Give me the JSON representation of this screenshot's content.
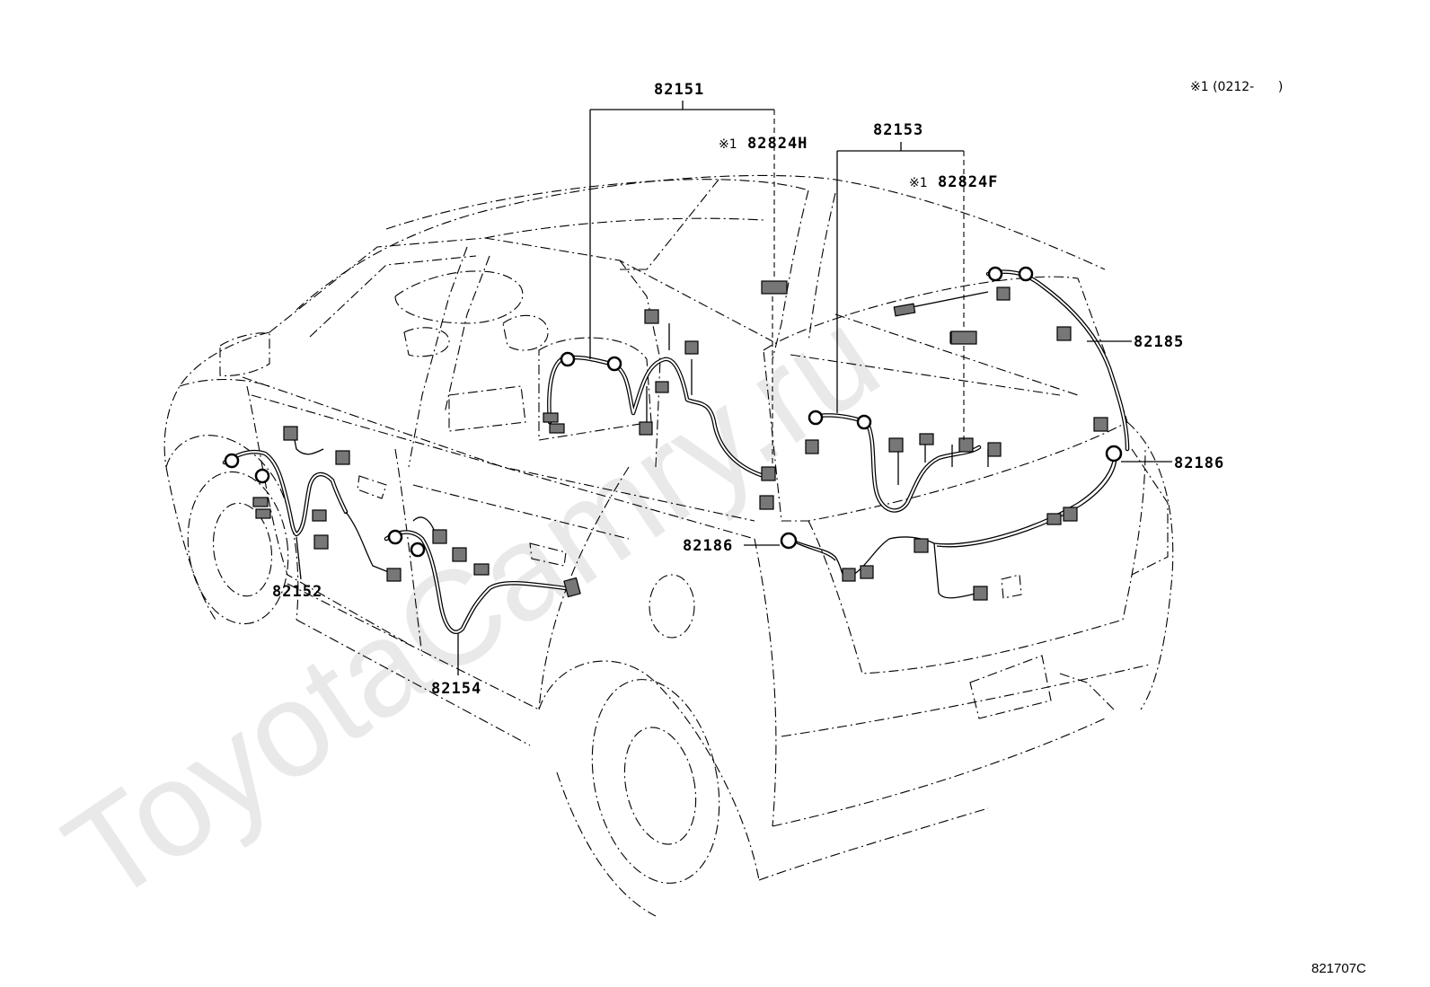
{
  "parts": {
    "p82151": "82151",
    "p82153": "82153",
    "p82824H": "82824H",
    "p82824F": "82824F",
    "p82185": "82185",
    "p82186_right": "82186",
    "p82186_left": "82186",
    "p82152": "82152",
    "p82154": "82154"
  },
  "notes": {
    "mark_h": "※1",
    "mark_f": "※1",
    "applicability": "※1 (0212-      )"
  },
  "figure_code": "821707C",
  "watermark": "ToyotaCamry.ru"
}
